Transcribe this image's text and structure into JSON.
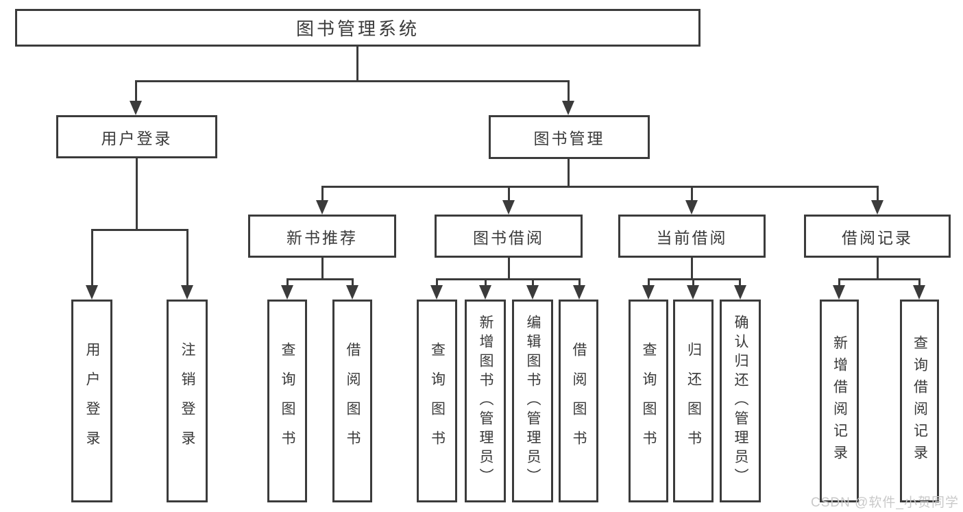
{
  "tree": {
    "label": "图书管理系统",
    "children": [
      {
        "label": "用户登录",
        "children": [
          {
            "label": "用户登录"
          },
          {
            "label": "注销登录"
          }
        ]
      },
      {
        "label": "图书管理",
        "children": [
          {
            "label": "新书推荐",
            "children": [
              {
                "label": "查询图书"
              },
              {
                "label": "借阅图书"
              }
            ]
          },
          {
            "label": "图书借阅",
            "children": [
              {
                "label": "查询图书"
              },
              {
                "label": "新增图书（管理员）"
              },
              {
                "label": "编辑图书（管理员）"
              },
              {
                "label": "借阅图书"
              }
            ]
          },
          {
            "label": "当前借阅",
            "children": [
              {
                "label": "查询图书"
              },
              {
                "label": "归还图书"
              },
              {
                "label": "确认归还（管理员）"
              }
            ]
          },
          {
            "label": "借阅记录",
            "children": [
              {
                "label": "新增借阅记录"
              },
              {
                "label": "查询借阅记录"
              }
            ]
          }
        ]
      }
    ]
  },
  "watermark": {
    "text": "CSDN @软件_小贺同学"
  },
  "colors": {
    "line": "#3b3b3b",
    "text": "#3a3a3a",
    "watermark": "#c9c9c9",
    "background": "#ffffff"
  }
}
